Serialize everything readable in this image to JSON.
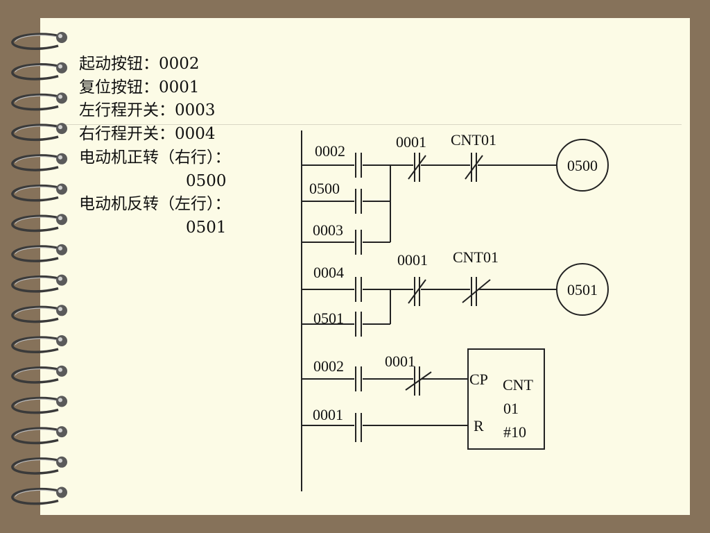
{
  "notes": [
    {
      "label": "起动按钮：",
      "value": "0002"
    },
    {
      "label": "复位按钮：",
      "value": "0001"
    },
    {
      "label": "左行程开关：",
      "value": "0003"
    },
    {
      "label": "右行程开关：",
      "value": "0004"
    },
    {
      "label": "电动机正转（右行）：",
      "value": "0500"
    },
    {
      "label": "电动机反转（左行）：",
      "value": "0501"
    }
  ],
  "ladder": {
    "rung1": {
      "contact_start": "0002",
      "contact_hold": "0500",
      "contact_limit": "0003",
      "nc_reset": "0001",
      "nc_counter": "CNT01",
      "coil": "0500"
    },
    "rung2": {
      "contact_start": "0004",
      "contact_hold": "0501",
      "nc_reset": "0001",
      "nc_counter": "CNT01",
      "coil": "0501"
    },
    "counter": {
      "contact_cp": "0002",
      "nc_cp": "0001",
      "contact_r": "0001",
      "cp_label": "CP",
      "r_label": "R",
      "name_line1": "CNT",
      "name_line2": "01",
      "preset": "#10"
    }
  }
}
